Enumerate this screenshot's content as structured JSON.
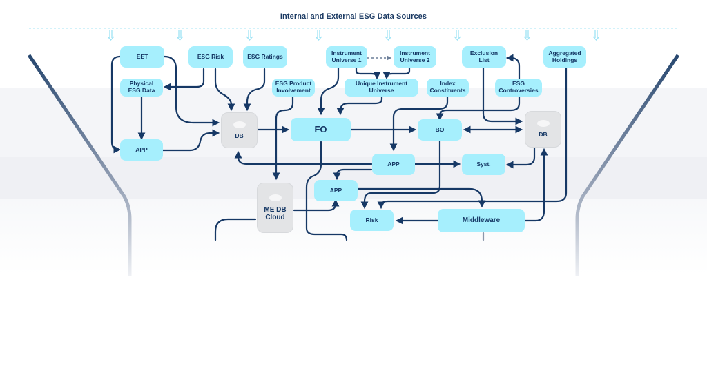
{
  "diagram": {
    "title": "Internal and External ESG Data Sources",
    "colors": {
      "node_fill": "#a6effd",
      "db_fill": "#e3e4e6",
      "line": "#163865",
      "source_arrow": "#9fe3f5",
      "funnel": "#2f4d7a"
    },
    "nodes": {
      "eet": "EET",
      "esg_risk": "ESG Risk",
      "esg_ratings": "ESG Ratings",
      "instrument_universe_1": "Instrument Universe 1",
      "instrument_universe_2": "Instrument Universe 2",
      "exclusion_list": "Exclusion List",
      "aggregated_holdings": "Aggregated Holdings",
      "physical_esg_data": "Physical ESG Data",
      "esg_product_involvement": "ESG Product Involvement",
      "unique_instrument_universe": "Unique Instrument Universe",
      "index_constituents": "Index Constituents",
      "esg_controversies": "ESG Controversies",
      "app_left": "APP",
      "db_left": "DB",
      "fo": "FO",
      "bo": "BO",
      "db_right": "DB",
      "app_mid": "APP",
      "syst": "Syst.",
      "app_lower": "APP",
      "me_db_cloud": "ME DB Cloud",
      "risk": "Risk",
      "middleware": "Middleware"
    },
    "edges": [
      {
        "from": "EET",
        "to": "APP (left)"
      },
      {
        "from": "EET",
        "to": "DB (left)"
      },
      {
        "from": "ESG Risk",
        "to": "Physical ESG Data"
      },
      {
        "from": "ESG Risk",
        "to": "DB (left)"
      },
      {
        "from": "ESG Ratings",
        "to": "DB (left)"
      },
      {
        "from": "Physical ESG Data",
        "to": "APP (left)"
      },
      {
        "from": "APP (left)",
        "to": "DB (left)"
      },
      {
        "from": "DB (left)",
        "to": "FO"
      },
      {
        "from": "Instrument Universe 1",
        "to": "Instrument Universe 2",
        "style": "dashed"
      },
      {
        "from": "Instrument Universe 1",
        "to": "Unique Instrument Universe"
      },
      {
        "from": "Instrument Universe 2",
        "to": "Unique Instrument Universe"
      },
      {
        "from": "Instrument Universe 1",
        "to": "FO"
      },
      {
        "from": "Unique Instrument Universe",
        "to": "FO"
      },
      {
        "from": "ESG Product Involvement",
        "to": "ME DB Cloud"
      },
      {
        "from": "Index Constituents",
        "to": "APP (mid)"
      },
      {
        "from": "FO",
        "to": "BO"
      },
      {
        "from": "BO",
        "to": "DB (right)",
        "style": "bidirectional"
      },
      {
        "from": "Exclusion List",
        "to": "DB (right)"
      },
      {
        "from": "ESG Controversies",
        "to": "Exclusion List"
      },
      {
        "from": "ESG Controversies",
        "to": "BO"
      },
      {
        "from": "APP (mid)",
        "to": "DB (left)"
      },
      {
        "from": "APP (mid)",
        "to": "Syst."
      },
      {
        "from": "APP (mid)",
        "to": "APP (lower)"
      },
      {
        "from": "DB (right)",
        "to": "Syst."
      },
      {
        "from": "ME DB Cloud",
        "to": "APP (lower)"
      },
      {
        "from": "APP (lower)",
        "to": "Middleware"
      },
      {
        "from": "BO",
        "to": "Risk"
      },
      {
        "from": "Aggregated Holdings",
        "to": "Risk"
      },
      {
        "from": "Middleware",
        "to": "Risk"
      },
      {
        "from": "Middleware",
        "to": "DB (right)"
      }
    ]
  }
}
